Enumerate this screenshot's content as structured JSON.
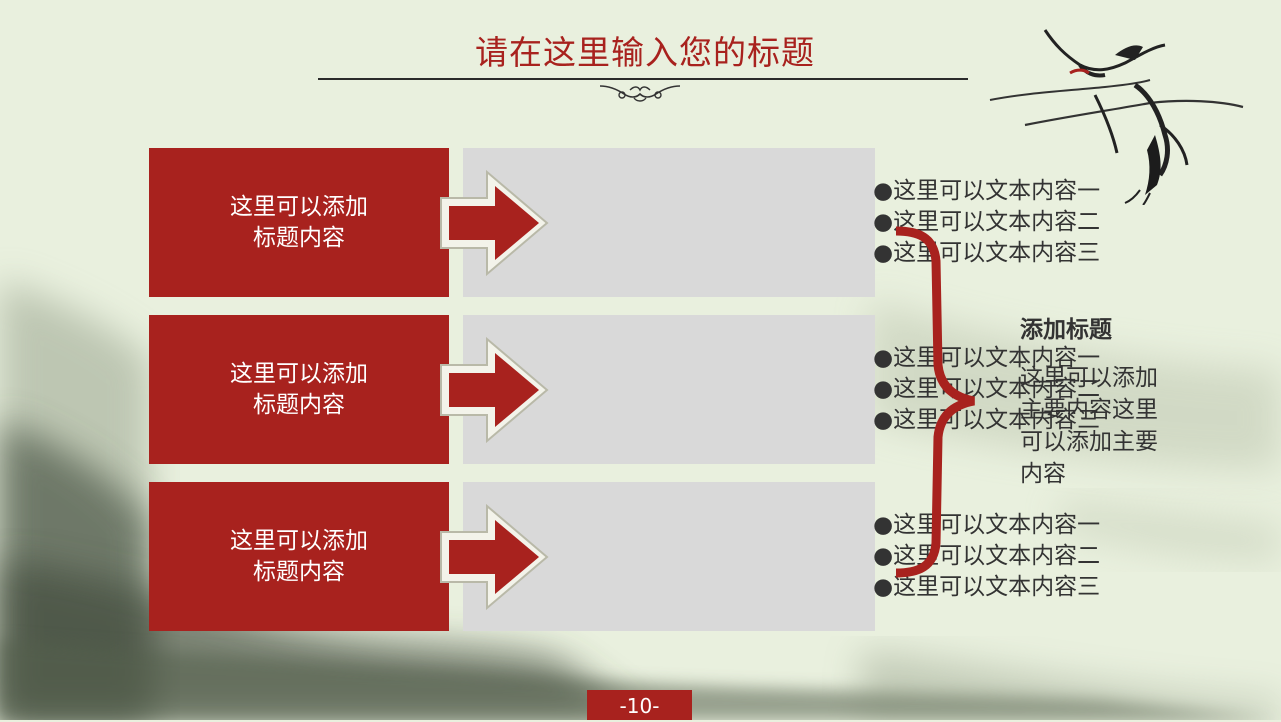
{
  "title": "请在这里输入您的标题",
  "rows": [
    {
      "heading_line1": "这里可以添加",
      "heading_line2": "标题内容",
      "bullets": [
        "●这里可以文本内容一",
        "●这里可以文本内容二",
        "●这里可以文本内容三"
      ]
    },
    {
      "heading_line1": "这里可以添加",
      "heading_line2": "标题内容",
      "bullets": [
        "●这里可以文本内容一",
        "●这里可以文本内容二",
        "●这里可以文本内容三"
      ]
    },
    {
      "heading_line1": "这里可以添加",
      "heading_line2": "标题内容",
      "bullets": [
        "●这里可以文本内容一",
        "●这里可以文本内容二",
        "●这里可以文本内容三"
      ]
    }
  ],
  "summary": {
    "title": "添加标题",
    "lines": [
      "这里可以添加",
      "主要内容这里",
      "可以添加主要",
      "内容"
    ]
  },
  "page_number": "-10-",
  "colors": {
    "accent": "#a8221e",
    "background": "#e9f0de",
    "panel": "#d9d9d9",
    "text": "#333333"
  },
  "icons": {
    "arrow": "arrow-right-icon",
    "brace": "curly-brace-icon",
    "ornament": "scroll-ornament-icon",
    "decoration": "crane-painting"
  }
}
